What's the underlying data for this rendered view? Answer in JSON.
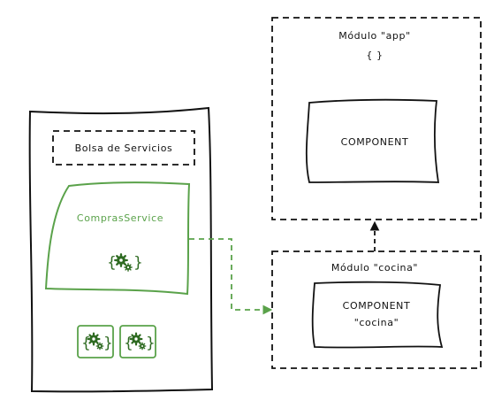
{
  "colors": {
    "ink": "#111111",
    "green": "#5aa24a",
    "dark_green": "#2f6b22"
  },
  "bolsa": {
    "title": "Bolsa de Servicios"
  },
  "service": {
    "name": "ComprasService",
    "icon": "gears-braces-icon"
  },
  "module_app": {
    "title": "Módulo \"app\"",
    "braces": "{ }",
    "component_label": "COMPONENT"
  },
  "module_cocina": {
    "title": "Módulo \"cocina\"",
    "component_line1": "COMPONENT",
    "component_line2": "\"cocina\""
  },
  "arrows": {
    "service_to_cocina": "green-dashed-arrow",
    "cocina_to_app": "black-dashed-arrow"
  }
}
